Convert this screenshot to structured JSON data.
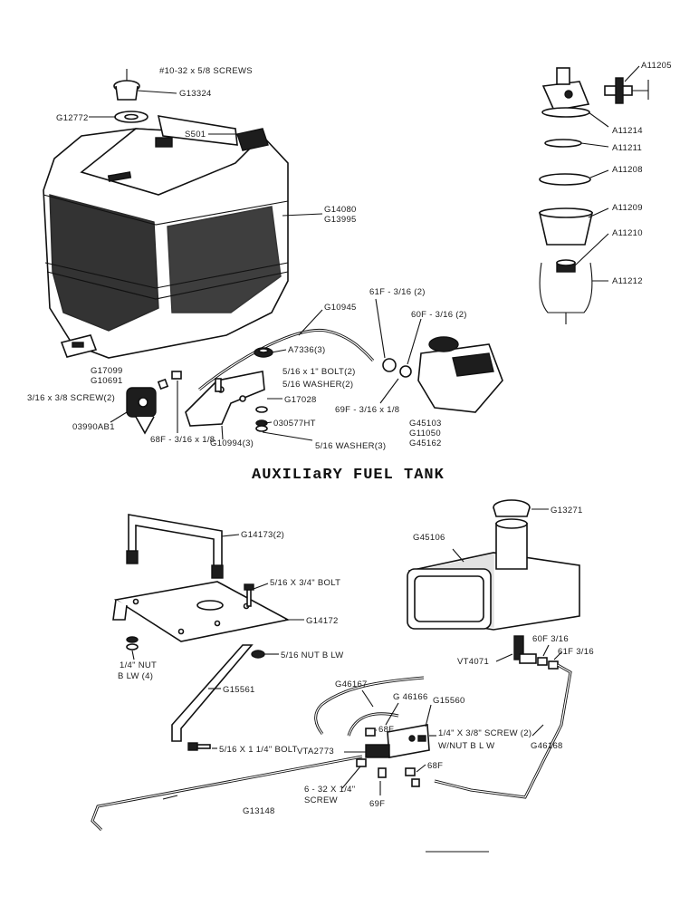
{
  "heading": "AUXILIaRY FUEL TANK",
  "upper_labels": {
    "screws": "#10-32 x 5/8 SCREWS",
    "g13324": "G13324",
    "g12772": "G12772",
    "s501": "S501",
    "g14080": "G14080",
    "g13995": "G13995",
    "g10945": "G10945",
    "f61": "61F - 3/16 (2)",
    "f60": "60F - 3/16 (2)",
    "a7336": "A7336(3)",
    "g17099": "G17099",
    "g10691": "G10691",
    "screw2": "3/16 x 3/8 SCREW(2)",
    "bolt2": "5/16 x 1\" BOLT(2)",
    "washer2": "5/16 WASHER(2)",
    "g17028": "G17028",
    "f69": "69F - 3/16 x 1/8",
    "c03990": "03990AB1",
    "f68": "68F - 3/16 x 1/8",
    "c030577": "030577HT",
    "g10994": "G10994(3)",
    "washer3": "5/16 WASHER(3)",
    "g45103": "G45103",
    "g11050": "G11050",
    "g45162": "G45162",
    "a11205": "A11205",
    "a11214": "A11214",
    "a11211": "A11211",
    "a11208": "A11208",
    "a11209": "A11209",
    "a11210": "A11210",
    "a11212": "A11212"
  },
  "lower_labels": {
    "g14173": "G14173(2)",
    "g13271": "G13271",
    "g45106": "G45106",
    "bolt34": "5/16 X 3/4\" BOLT",
    "g14172": "G14172",
    "nut1": "1/4\" NUT",
    "nut2": "B LW (4)",
    "nutblw": "5/16 NUT B LW",
    "g15561": "G15561",
    "vt4071": "VT4071",
    "f60": "60F 3/16",
    "f61": "61F 3/16",
    "g46167": "G46167",
    "g46166": "G 46166",
    "g15560": "G15560",
    "f68a": "68F",
    "screw2": "1/4\" X 3/8\" SCREW (2)",
    "wnut": "W/NUT B L W",
    "bolt114": "5/16 X 1 1/4\" BOLT",
    "vta2773": "VTA2773",
    "f68b": "68F",
    "g46168": "G46168",
    "screw632a": "6 - 32 X 1/4\"",
    "screw632b": "SCREW",
    "f69": "69F",
    "g13148": "G13148"
  }
}
